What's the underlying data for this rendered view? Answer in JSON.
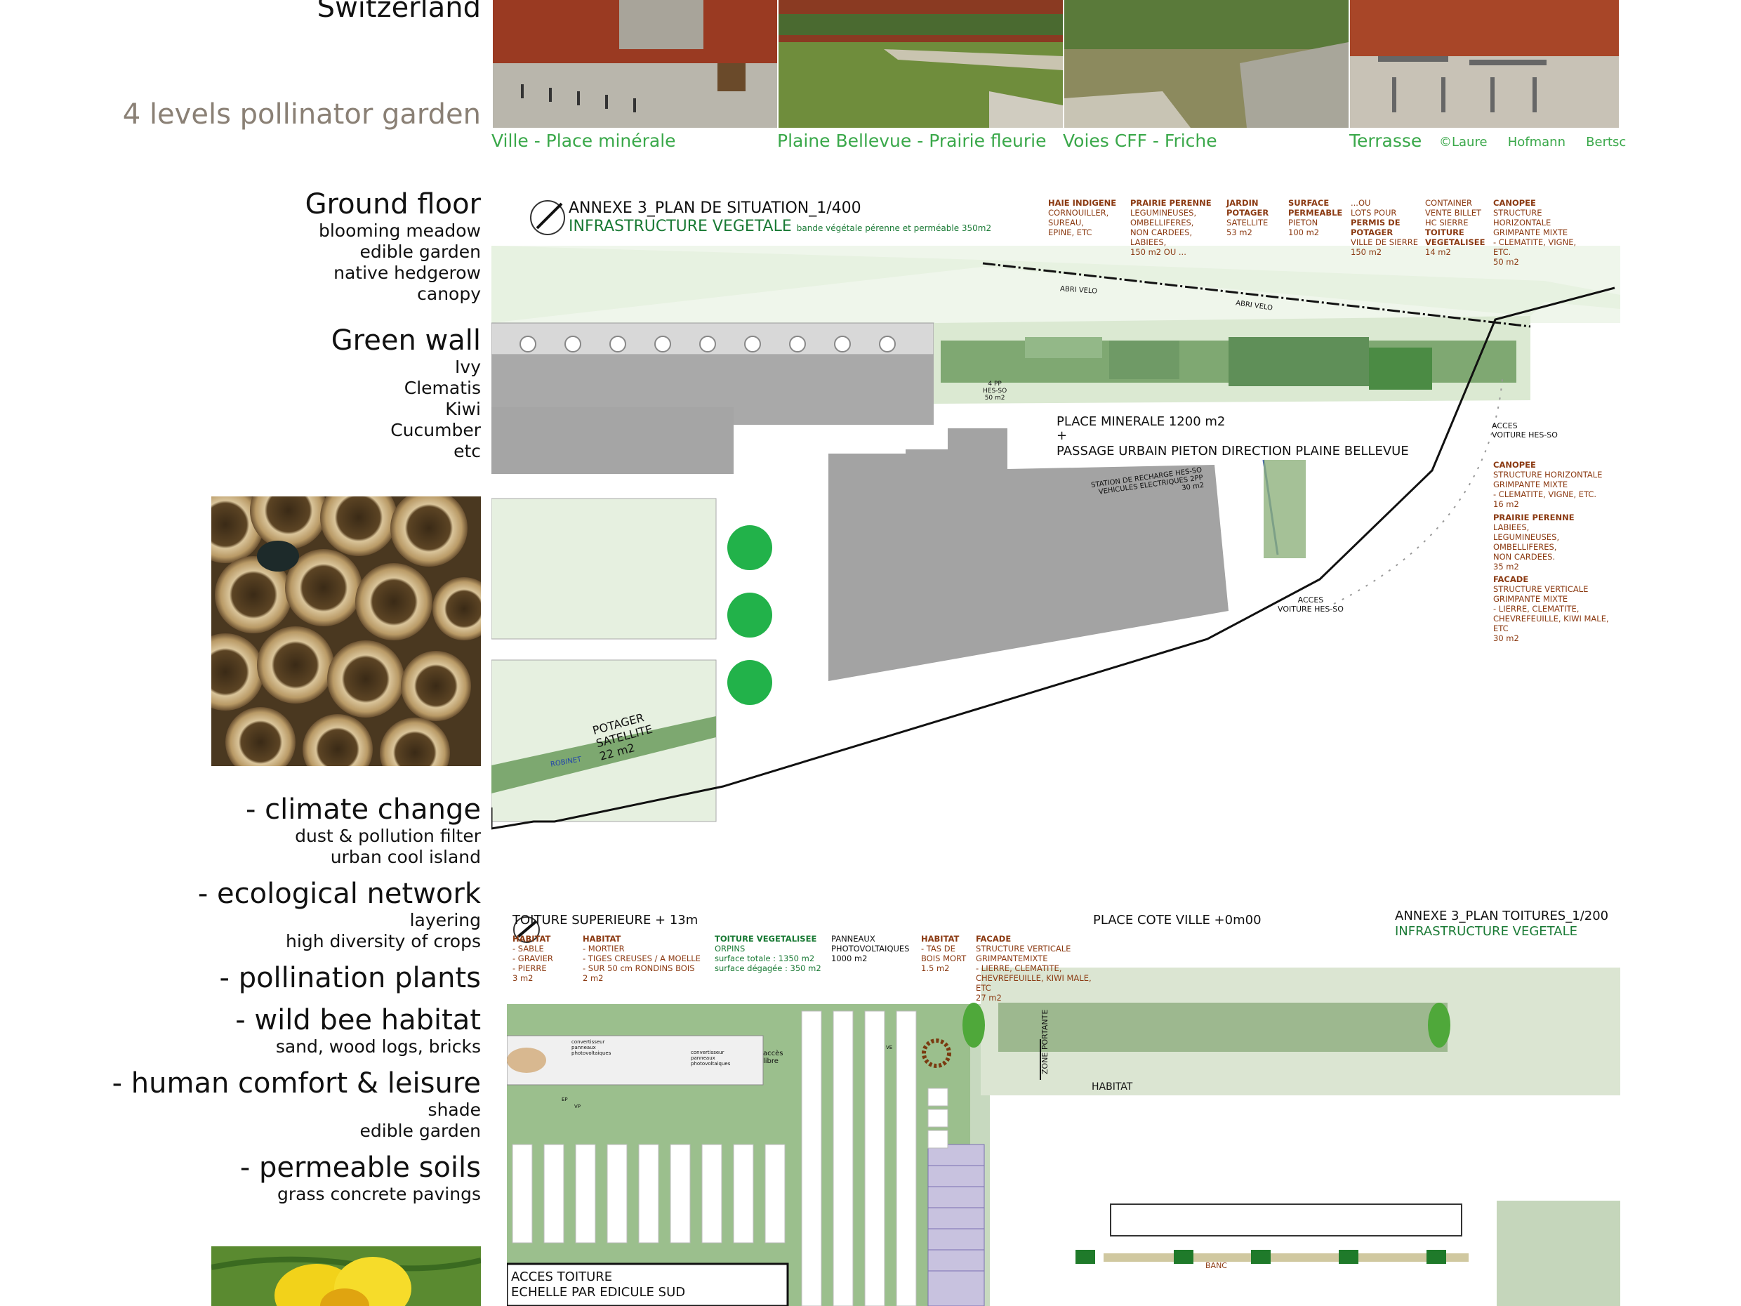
{
  "left": {
    "header_country": "Switzerland",
    "header_subtitle": "4 levels pollinator garden",
    "ground_floor": {
      "title": "Ground floor",
      "items": [
        "blooming meadow",
        "edible garden",
        "native hedgerow",
        "canopy"
      ]
    },
    "green_wall": {
      "title": "Green wall",
      "items": [
        "Ivy",
        "Clematis",
        "Kiwi",
        "Cucumber",
        "etc"
      ]
    },
    "benefits": [
      {
        "title": "- climate change",
        "items": [
          "dust & pollution filter",
          "urban cool island"
        ]
      },
      {
        "title": "- ecological network",
        "items": [
          "layering",
          "high diversity of crops"
        ]
      },
      {
        "title": "- pollination plants",
        "items": []
      },
      {
        "title": "- wild bee habitat",
        "items": [
          "sand, wood logs, bricks"
        ]
      },
      {
        "title": "- human comfort & leisure",
        "items": [
          "shade",
          "edible garden"
        ]
      },
      {
        "title": "-  permeable soils",
        "items": [
          "grass concrete pavings"
        ]
      }
    ]
  },
  "photos": {
    "captions": [
      "Ville - Place minérale",
      "Plaine Bellevue - Prairie fleurie",
      "Voies CFF - Friche",
      "Terrasse"
    ],
    "credit": [
      "©Laure",
      "Hofmann",
      "Bertsc"
    ]
  },
  "plan1": {
    "title": "ANNEXE 3_PLAN DE SITUATION_1/400",
    "subtitle": "INFRASTRUCTURE VEGETALE",
    "subtitle_small": "bande végétale pérenne et perméable 350m2",
    "legend_top": [
      {
        "head": "HAIE INDIGENE",
        "body": "CORNOUILLER,\nSUREAU,\nEPINE, ETC"
      },
      {
        "head": "PRAIRIE PERENNE",
        "body": "LEGUMINEUSES,\nOMBELLIFERES,\nNON CARDEES,\nLABIEES,\n150 m2 OU ..."
      },
      {
        "head": "JARDIN\nPOTAGER",
        "body": "SATELLITE\n53 m2"
      },
      {
        "head": "SURFACE\nPERMEABLE",
        "body": "PIETON\n100 m2"
      },
      {
        "head": "",
        "body": "...OU\nLOTS POUR"
      },
      {
        "head": "PERMIS DE\nPOTAGER",
        "body": "VILLE DE SIERRE\n150 m2"
      },
      {
        "head": "",
        "body": "CONTAINER\nVENTE BILLET\nHC SIERRE"
      },
      {
        "head": "TOITURE\nVEGETALISEE",
        "body": "14 m2"
      },
      {
        "head": "CANOPEE",
        "body": "STRUCTURE\nHORIZONTALE\nGRIMPANTE MIXTE\n- CLEMATITE, VIGNE,\nETC.\n50 m2"
      }
    ],
    "legend_right": [
      {
        "head": "CANOPEE",
        "body": "STRUCTURE HORIZONTALE\nGRIMPANTE MIXTE\n- CLEMATITE, VIGNE, ETC.\n16 m2"
      },
      {
        "head": "PRAIRIE PERENNE",
        "body": "LABIEES,\nLEGUMINEUSES,\nOMBELLIFERES,\nNON CARDEES.\n35 m2"
      },
      {
        "head": "FACADE",
        "body": "STRUCTURE VERTICALE\nGRIMPANTE MIXTE\n- LIERRE, CLEMATITE,\nCHEVREFEUILLE, KIWI MALE,\nETC\n30 m2"
      }
    ],
    "labels": {
      "abri1": "ABRI VELO",
      "abri2": "ABRI VELO",
      "pp": "4 PP\nHES-SO\n50 m2",
      "place": "PLACE MINERALE 1200 m2",
      "plus": "+",
      "passage": "PASSAGE URBAIN PIETON DIRECTION PLAINE BELLEVUE",
      "acces1": "ACCES\nVOITURE HES-SO",
      "station": "STATION DE RECHARGE HES-SO\nVEHICULES ELECTRIQUES  2PP\n30 m2",
      "acces2": "ACCES\nVOITURE HES-SO",
      "potager": "POTAGER\nSATELLITE\n22 m2",
      "robinet": "ROBINET"
    }
  },
  "plan2": {
    "toit": "TOITURE SUPERIEURE + 13m",
    "place": "PLACE COTE VILLE +0m00",
    "title": "ANNEXE 3_PLAN TOITURES_1/200",
    "subtitle": "INFRASTRUCTURE VEGETALE",
    "legend": [
      {
        "head": "HABITAT",
        "body": "- SABLE\n- GRAVIER\n- PIERRE\n3 m2"
      },
      {
        "head": "HABITAT",
        "body": "- MORTIER\n- TIGES CREUSES / A MOELLE\n- SUR 50 cm RONDINS BOIS\n2 m2"
      },
      {
        "head": "TOITURE VEGETALISEE",
        "body": "ORPINS\nsurface totale : 1350 m2\nsurface dégagée : 350 m2"
      },
      {
        "head": "",
        "body": "PANNEAUX\nPHOTOVOLTAIQUES\n1000 m2"
      },
      {
        "head": "HABITAT",
        "body": "- TAS DE\nBOIS MORT\n1.5 m2"
      },
      {
        "head": "FACADE",
        "body": "STRUCTURE VERTICALE\nGRIMPANTEMIXTE\n- LIERRE, CLEMATITE,\nCHEVREFEUILLE, KIWI MALE,\nETC\n27 m2"
      }
    ],
    "labels": {
      "conv1": "convertisseur\npanneaux\nphotovoltaiques",
      "conv2": "convertisseur\npanneaux\nphotovoltaiques",
      "acces_libre": "accès\nlibre",
      "zone": "ZONE PORTANTE",
      "habitat": "HABITAT",
      "banc": "BANC",
      "acces_toit": "ACCES TOITURE",
      "echelle": "ECHELLE PAR EDICULE SUD",
      "ep": "EP",
      "vp": "VP",
      "ve": "VE"
    }
  }
}
